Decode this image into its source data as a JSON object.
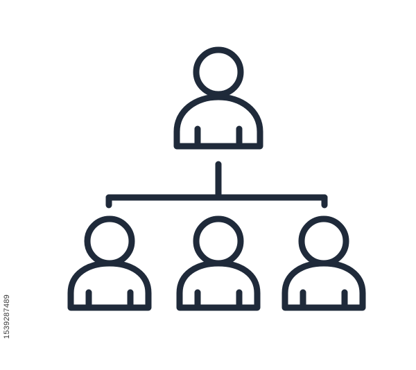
{
  "icon": {
    "name": "org-chart-icon",
    "stroke_color": "#1f2a3a",
    "background_color": "#ffffff",
    "people": [
      {
        "role": "top",
        "icon": "person-icon"
      },
      {
        "role": "left",
        "icon": "person-icon"
      },
      {
        "role": "middle",
        "icon": "person-icon"
      },
      {
        "role": "right",
        "icon": "person-icon"
      }
    ]
  },
  "watermark": {
    "stock_id": "1539287489"
  }
}
